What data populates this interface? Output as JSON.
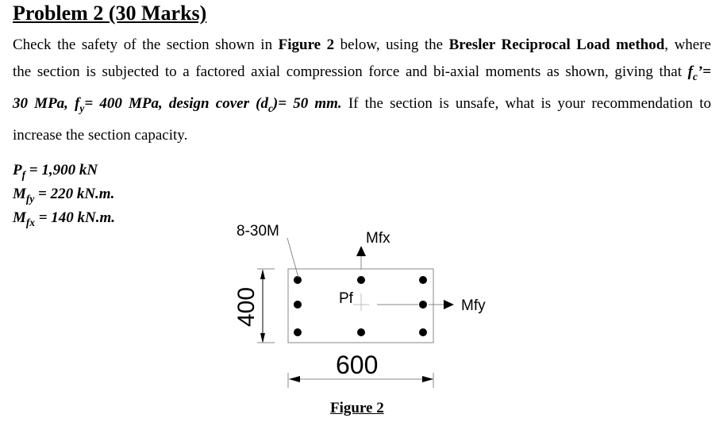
{
  "problem": {
    "title": "Problem 2 (30 Marks)"
  },
  "statement": {
    "l1_a": "Check the safety of the section shown in ",
    "l1_b": "Figure 2",
    "l1_c": " below, using the ",
    "l1_d": "Bresler Reciprocal Load method",
    "l1_e": ", where",
    "l2_a": "the section is subjected to a factored axial compression force and bi-axial moments as shown, giving that ",
    "l2_fc": "f",
    "l2_fc_sub": "c",
    "l2_fc_rest": "’=",
    "l3_a": "30 MPa, ",
    "l3_fy": "f",
    "l3_fy_sub": "y",
    "l3_b": "= 400 MPa, design cover (d",
    "l3_dc_sub": "c",
    "l3_c": ")= 50 mm.",
    "l3_d": " If the section is unsafe, what is your recommendation to",
    "l4": "increase the section capacity."
  },
  "loads": [
    {
      "sym": "P",
      "sub": "f",
      "eq": " =  1,900 kN"
    },
    {
      "sym": "M",
      "sub": "fy",
      "eq": " = 220 kN.m."
    },
    {
      "sym": "M",
      "sub": "fx",
      "eq": " = 140 kN.m."
    }
  ],
  "figure": {
    "rebar_label": "8-30M",
    "mfx_label": "Mfx",
    "mfy_label": "Mfy",
    "pf_label": "Pf",
    "height_dim": "400",
    "width_dim": "600",
    "caption": "Figure 2"
  }
}
